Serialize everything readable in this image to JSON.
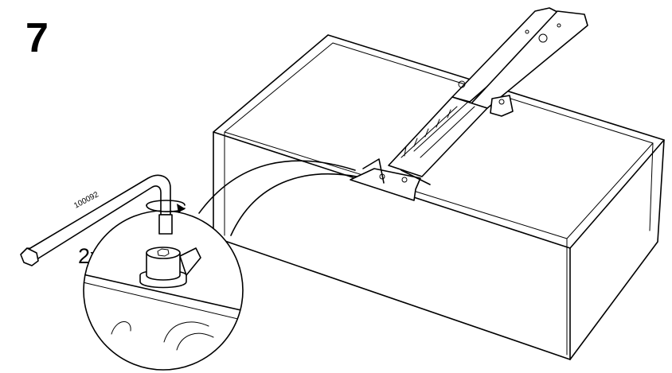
{
  "step": {
    "number": "7"
  },
  "quantity": {
    "label": "2x"
  },
  "tool": {
    "part_code": "100092",
    "icon": "allen-key-icon"
  },
  "parts": {
    "icon": "drawer-runner-icon",
    "fastener_icon": "hex-bolt-icon",
    "rotation_icon": "clockwise-rotation-arrow-icon"
  }
}
